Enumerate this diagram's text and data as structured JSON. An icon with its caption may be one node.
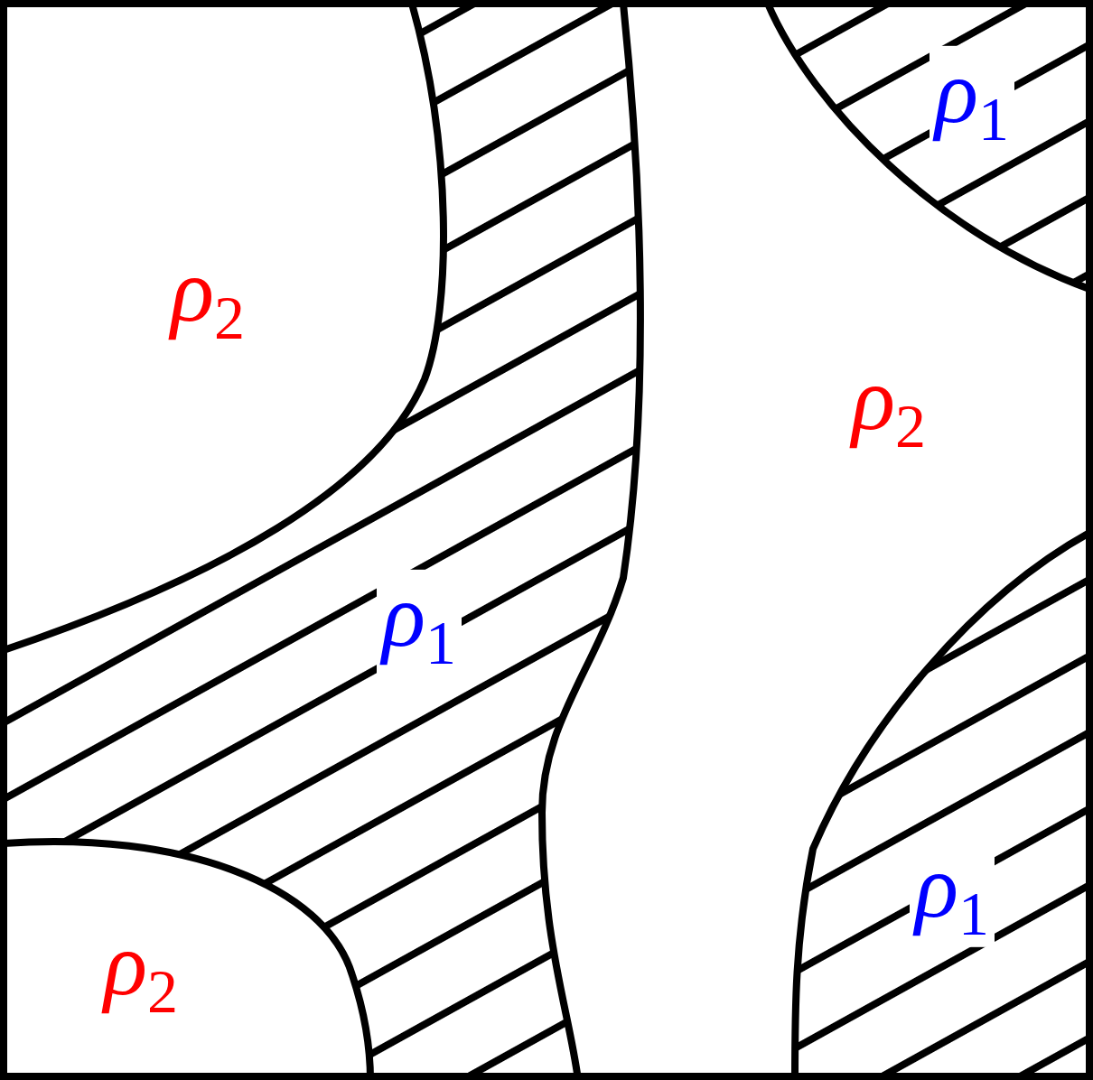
{
  "diagram": {
    "labels": [
      "ρ$_{1}$",
      "ρ$_{2}$",
      "ρ$_{2}$",
      "ρ$_{1}$",
      "ρ$_{1}$",
      "ρ$_{2}$"
    ]
  }
}
